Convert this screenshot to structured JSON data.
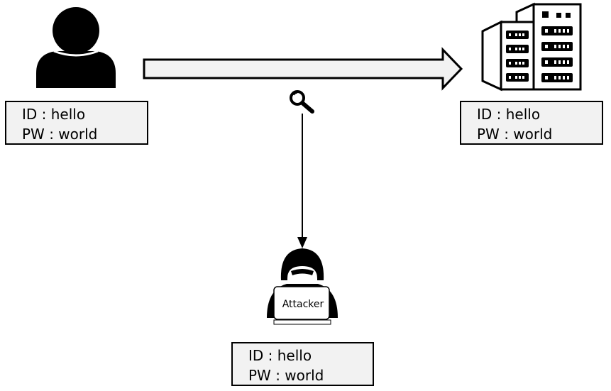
{
  "credentials": {
    "user": {
      "id_line": "ID : hello",
      "pw_line": "PW : world"
    },
    "server": {
      "id_line": "ID : hello",
      "pw_line": "PW : world"
    },
    "attacker": {
      "id_line": "ID : hello",
      "pw_line": "PW : world"
    }
  },
  "attacker": {
    "label": "Attacker"
  },
  "icons": {
    "user": "user-icon",
    "server": "server-building-icon",
    "magnifier": "magnifying-glass-icon",
    "attacker": "hooded-hacker-icon"
  },
  "colors": {
    "stroke": "#000000",
    "box_fill": "#f2f2f2",
    "arrow_fill": "#f2f2f2"
  }
}
